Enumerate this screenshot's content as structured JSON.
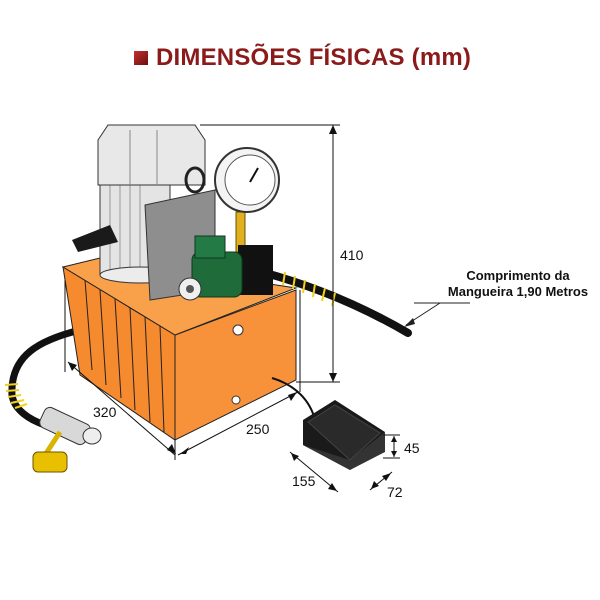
{
  "title": "DIMENSÕES FÍSICAS (mm)",
  "dimensions": {
    "height": "410",
    "depth": "320",
    "width": "250",
    "pedal_height": "45",
    "pedal_length": "155",
    "pedal_width": "72"
  },
  "hose_note": {
    "line1": "Comprimento da",
    "line2": "Mangueira 1,90 Metros"
  },
  "colors": {
    "title": "#8b1a1a",
    "tank": "#f7913a",
    "motor": "#dcdcdc",
    "valve": "#1f6b3a",
    "hose_band": "#f2d21a"
  }
}
